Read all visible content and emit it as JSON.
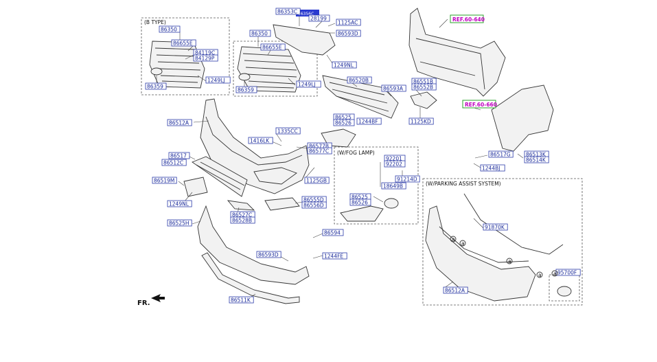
{
  "groups": {
    "b_type": "(B TYPE)",
    "fog_lamp": "(W/FOG LAMP)",
    "parking": "(W/PARKING ASSIST SYSTEM)"
  },
  "refs": {
    "ref1": "REF.60-640",
    "ref2": "REF.60-660"
  },
  "fr_label": "FR.",
  "parts": {
    "p86350b": "86350",
    "p86655fb": "86655E",
    "p84119c": "84119C",
    "p84129p": "84129P",
    "p1249lj_b": "1249LJ",
    "p86359_b": "86359",
    "p86350": "86350",
    "p86655e": "86655E",
    "p86359": "86359",
    "p1249lj": "1249LJ",
    "p86353c": "86353C",
    "p86356c": "86356C",
    "p28199": "28199",
    "p1125ac": "1125AC",
    "p86593d_t": "86593D",
    "p1249nl_t": "1249NL",
    "p86520b": "86520B",
    "p86593a": "86593A",
    "p86551b": "86551B",
    "p86552b": "86552B",
    "p1125kd": "1125KD",
    "p86525_t": "86525",
    "p86526_t": "86526",
    "p1244bf": "1244BF",
    "p86512a": "86512A",
    "p1335cc": "1335CC",
    "p1416lk": "1416LK",
    "p86577b": "86577B",
    "p86577c": "86577C",
    "p86517": "86517",
    "p86512c": "86512C",
    "p1125gb": "1125GB",
    "p86519m": "86519M",
    "p1249nl": "1249NL",
    "p86555d": "86555D",
    "p86556d": "86556D",
    "p86527c": "86527C",
    "p86528b": "86528B",
    "p86525h": "86525H",
    "p86594": "86594",
    "p86593d": "86593D",
    "p1244fe": "1244FE",
    "p86511k": "86511K",
    "p92201": "92201",
    "p92202": "92202",
    "p91214d": "91214D",
    "p18649b": "18649B",
    "p86525_f": "86525",
    "p86526_f": "86526",
    "p86517g": "86517G",
    "p86513k": "86513K",
    "p86514k": "86514K",
    "p1244bj": "1244BJ",
    "p91870k": "91870K",
    "p86512a_p": "86512A",
    "p95700f": "95700F",
    "circle_a": "a"
  }
}
